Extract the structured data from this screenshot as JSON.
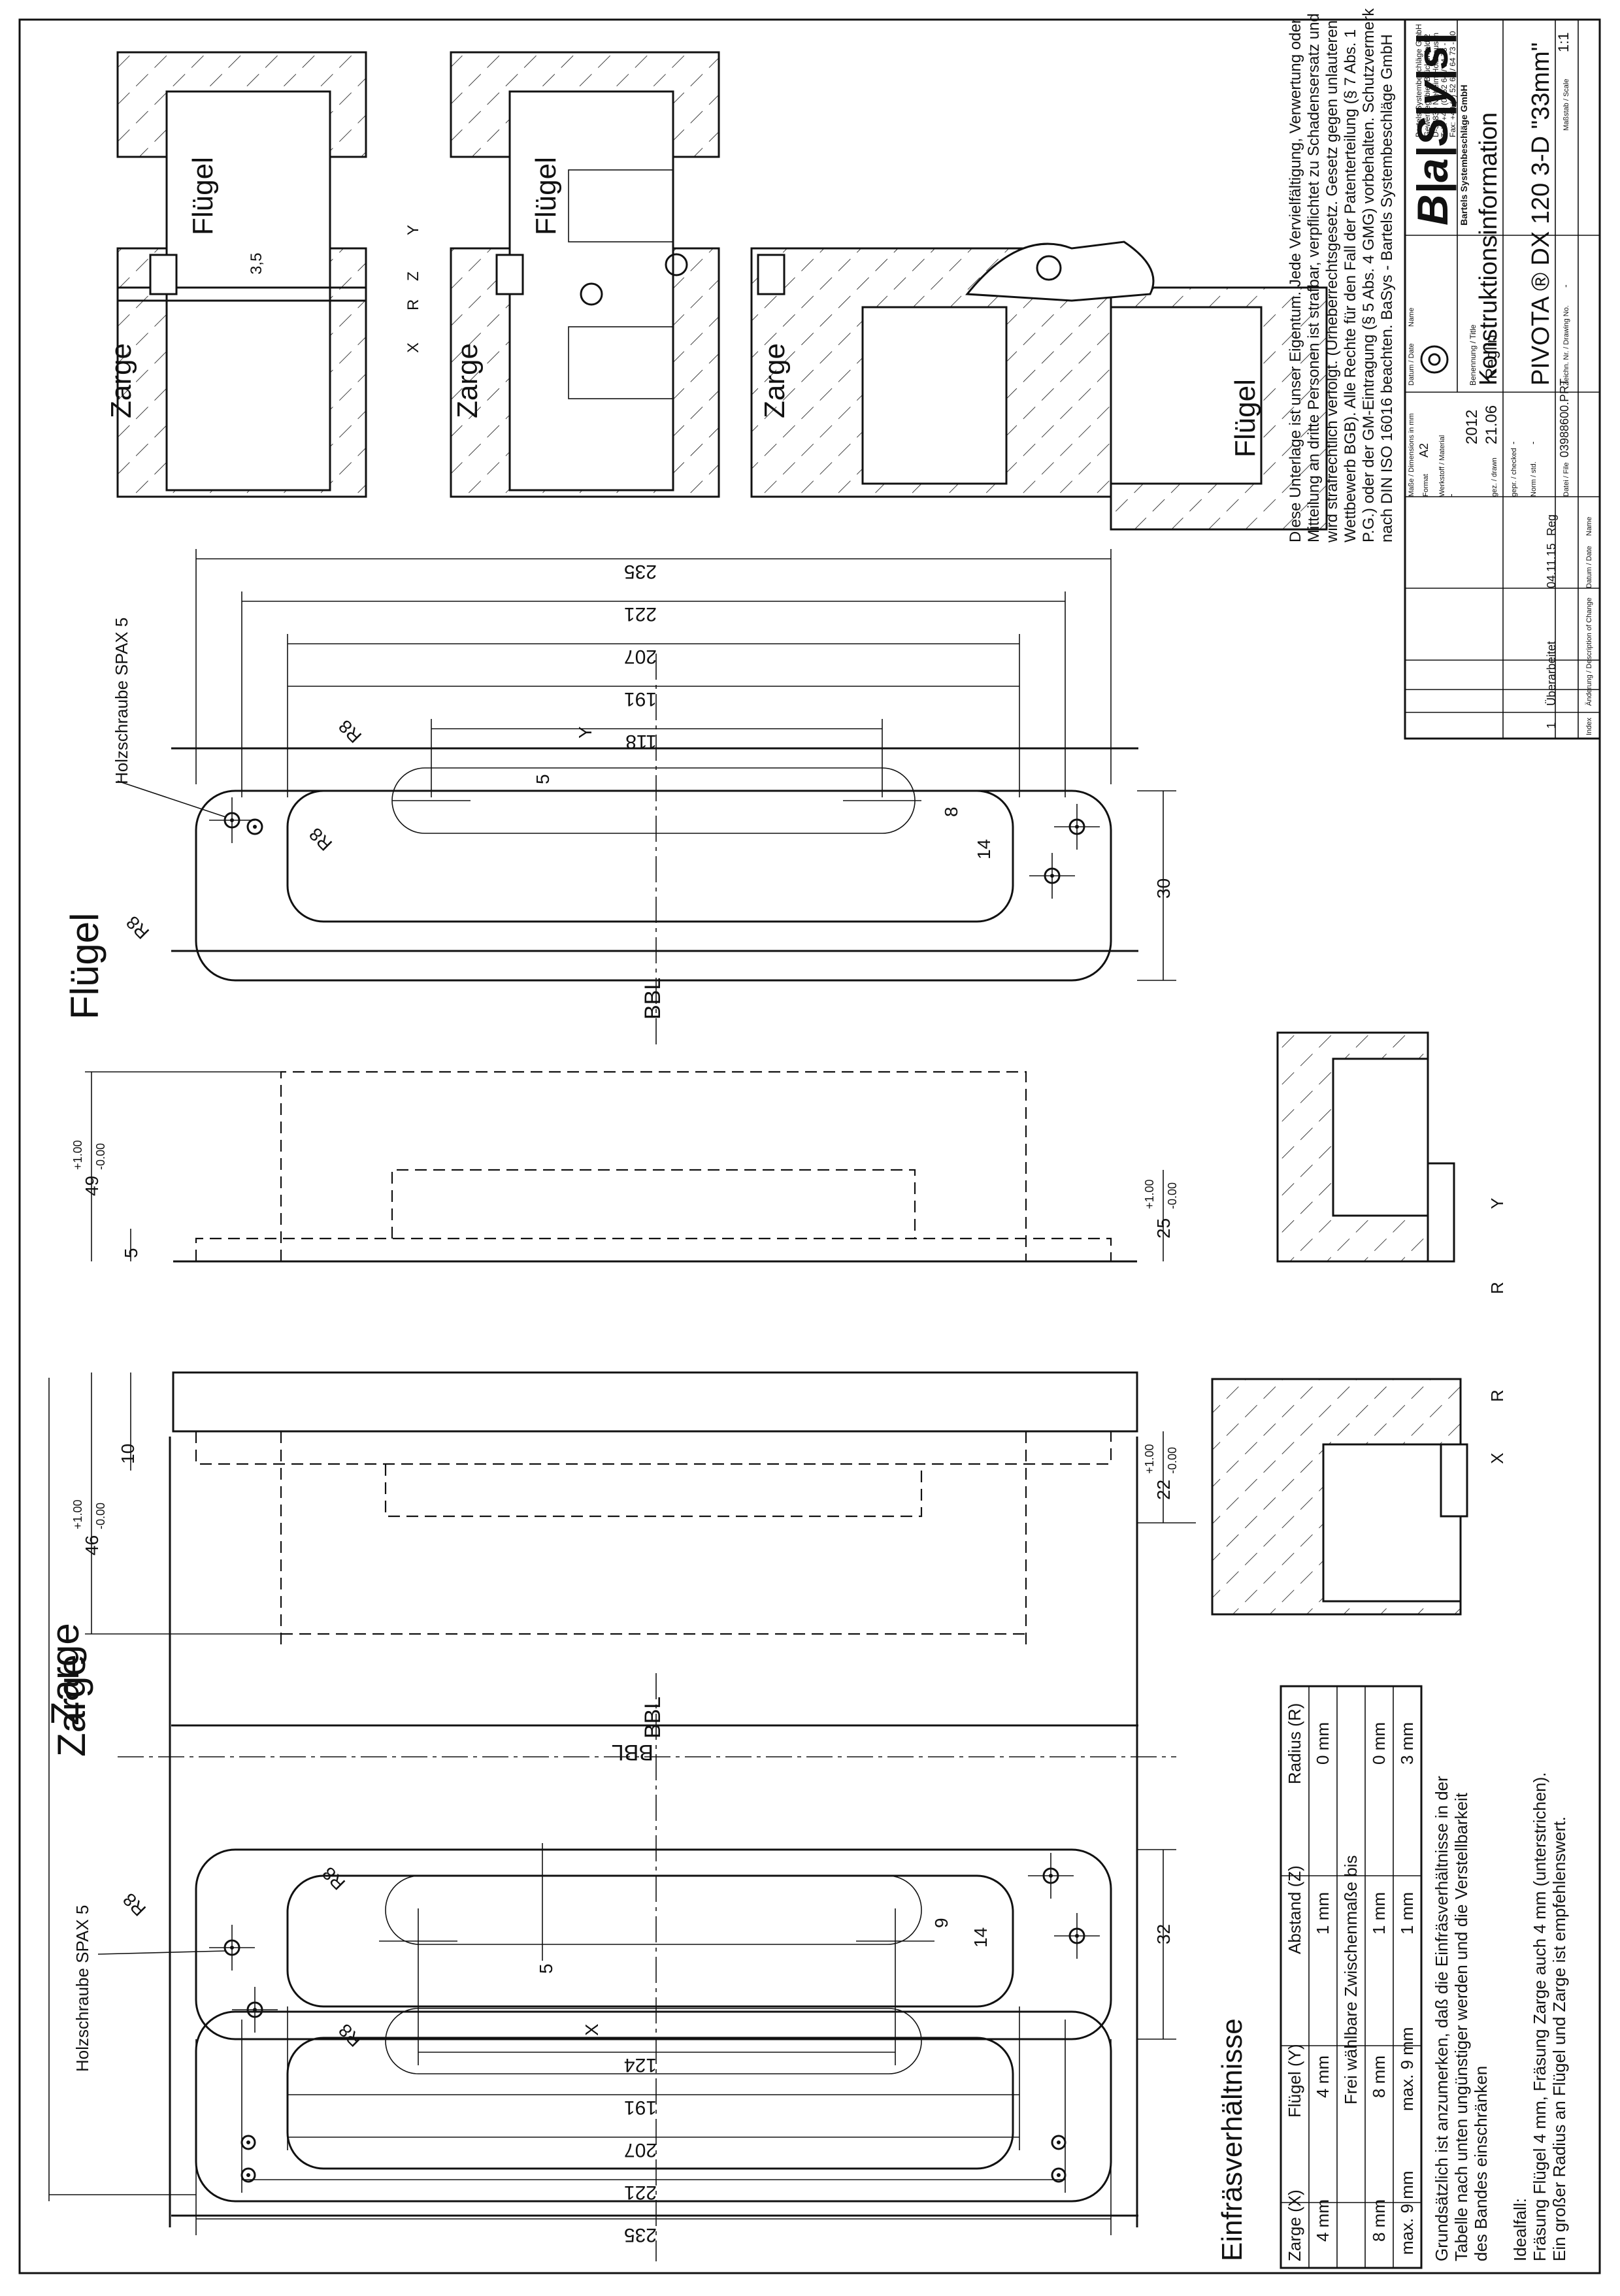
{
  "views": {
    "zarge_title": "Zarge",
    "fluegel_title": "Flügel",
    "bbl": "BBL",
    "screw_label": "Holzschraube SPAX 5",
    "zarge_dims": [
      "235",
      "221",
      "207",
      "191",
      "124"
    ],
    "fluegel_dims": [
      "235",
      "221",
      "207",
      "191",
      "118"
    ],
    "zarge_small_dims": {
      "d5": "5",
      "x": "X",
      "d14": "14",
      "d9": "9",
      "d32": "32",
      "r8a": "R8",
      "r8b": "R8",
      "r8c": "R8"
    },
    "fluegel_small_dims": {
      "d5": "5",
      "y": "Y",
      "d14": "14",
      "d8": "8",
      "d30": "30",
      "r8a": "R8",
      "r8b": "R8",
      "r8c": "R8"
    },
    "zarge_depth": {
      "d46": "46",
      "d46_tol_up": "+1.00",
      "d46_tol_dn": "-0.00",
      "d10": "10",
      "d22": "22",
      "d22_tol_up": "+1.00",
      "d22_tol_dn": "-0.00"
    },
    "fluegel_depth": {
      "d49": "49",
      "d49_tol_up": "+1.00",
      "d49_tol_dn": "-0.00",
      "d5": "5",
      "d25": "25",
      "d25_tol_up": "+1.00",
      "d25_tol_dn": "-0.00"
    }
  },
  "sections": {
    "zarge": "Zarge",
    "fluegel": "Flügel",
    "d35": "3,5",
    "y": "Y",
    "z": "Z",
    "r": "R",
    "x": "X"
  },
  "table": {
    "title": "Einfräsverhältnisse",
    "headers": [
      "Zarge (X)",
      "Flügel (Y)",
      "Abstand (Z)",
      "Radius (R)"
    ],
    "row1": [
      "4 mm",
      "4 mm",
      "1 mm",
      "0 mm"
    ],
    "span_row": "Frei wählbare Zwischenmaße bis",
    "row2": [
      "8 mm",
      "8 mm",
      "1 mm",
      "0 mm"
    ],
    "row3": [
      "max. 9 mm",
      "max. 9 mm",
      "1 mm",
      "3 mm"
    ],
    "note_lines": [
      "Grundsätzlich ist anzumerken, daß die Einfräsverhältnisse in der",
      "Tabelle nach unten ungünstiger werden und die Verstellbarkeit",
      "des Bandes einschränken"
    ],
    "ideal_lines": [
      "Idealfall:",
      "Fräsung Flügel 4 mm, Fräsung Zarge auch 4 mm (unterstrichen).",
      "Ein großer Radius an Flügel und Zarge ist empfehlenswert."
    ]
  },
  "copyright_lines": [
    "Diese Unterlage ist unser Eigentum. Jede Vervielfältigung, Verwertung oder",
    "Mitteilung an dritte Personen ist strafbar, verpflichtet zu Schadensersatz und",
    "wird strafrechtlich verfolgt. (Urheberrechtsgesetz. Gesetz gegen unlauteren",
    "Wettbewerb BGB). Alle Rechte für den Fall der Patenterteilung (§ 7 Abs. 1",
    "P.G.) oder der GM-Eintragung (§ 5 Abs. 4 GMG) vorbehalten. Schutzvermerk",
    "nach DIN ISO 16016 beachten. BaSys - Bartels Systembeschläge GmbH"
  ],
  "titleblock": {
    "logo": "B|a|S|y|s|",
    "logo_sub": "Bartels Systembeschläge GmbH",
    "company_lines": [
      "Bartels Systembeschläge GmbH",
      "Gewerbegebiet Brückenfeld 2",
      "D-32839 Nieheim/Holzhausen",
      "Tel.: +49 (0) 52 64 / 64 73 - 0",
      "Fax: +49 (0) 52 64 / 64 73 - 30"
    ],
    "benennung_label": "Benennung / Title",
    "title1": "Konstruktionsinformation",
    "title2": "PIVOTA ® DX 120 3-D \"33mm\"",
    "masse_label": "Maße / Dimensions in mm",
    "format_label": "Format",
    "format": "A2",
    "werkstoff_label": "Werkstoff / Material",
    "datum_label": "Datum / Date",
    "name_label": "Name",
    "year": "2012",
    "gez_label": "gez. / drawn",
    "gez_date": "21.06",
    "gez_name": "Reglin",
    "gepr_label": "gepr. / checked",
    "norm_label": "Norm / std.",
    "dash": "-",
    "datei_label": "Datei / File",
    "datei": "03988600.PRT",
    "zeichn_label": "Zeichn. Nr. / Drawing No.",
    "zeichn": "-",
    "massstab_label": "Maßstab / Scale",
    "massstab": "1:1",
    "rev_index": "1",
    "rev_text": "Überarbeitet",
    "rev_date": "04.11.15",
    "rev_name": "Reg",
    "index_label": "Index",
    "aenderung_label": "Änderung / Description of Change",
    "datum_name_label": "Datum / Date",
    "name2_label": "Name"
  }
}
